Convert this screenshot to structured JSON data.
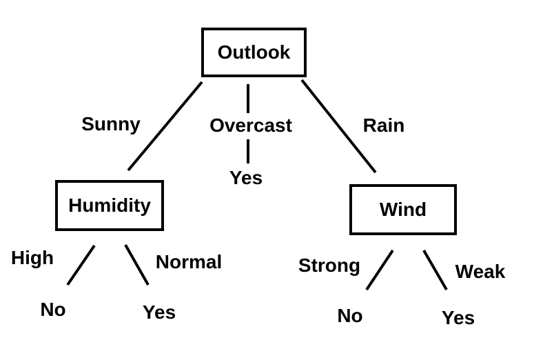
{
  "diagram": {
    "type": "decision-tree",
    "colors": {
      "background": "#ffffff",
      "line": "#000000",
      "text": "#000000"
    }
  },
  "tree": {
    "root": {
      "label": "Outlook",
      "children": [
        {
          "branch": "Sunny",
          "node": {
            "label": "Humidity",
            "children": [
              {
                "branch": "High",
                "leaf": "No"
              },
              {
                "branch": "Normal",
                "leaf": "Yes"
              }
            ]
          }
        },
        {
          "branch": "Overcast",
          "leaf": "Yes"
        },
        {
          "branch": "Rain",
          "node": {
            "label": "Wind",
            "children": [
              {
                "branch": "Strong",
                "leaf": "No"
              },
              {
                "branch": "Weak",
                "leaf": "Yes"
              }
            ]
          }
        }
      ]
    }
  }
}
